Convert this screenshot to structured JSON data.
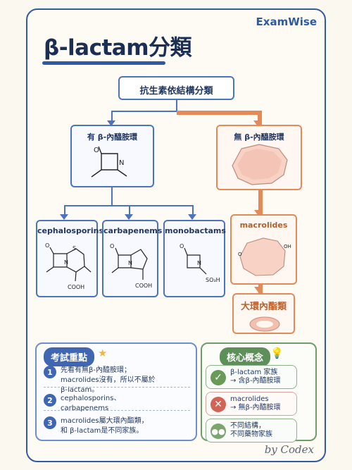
{
  "brand": "ExamWise",
  "title": "β-lactam分類",
  "root": "抗生素依結構分類",
  "left_branch": "有 β-內醯胺環",
  "right_branch": "無 β-內醯胺環",
  "left_children": [
    "cephalosporins",
    "carbapenems",
    "monobactams"
  ],
  "right_child": "macrolides",
  "right_grandchild": "大環內酯類",
  "key_points_title": "考試重點",
  "core_concepts_title": "核心概念",
  "key_points": [
    {
      "num": "1",
      "text": "先看有無β-內醯胺環；\nmacrolides沒有，所以不屬於β-lactam。"
    },
    {
      "num": "2",
      "text": "cephalosporins、carbapenems"
    },
    {
      "num": "3",
      "text": "macrolides屬大環內酯類，\n和 β-lactam是不同家族。"
    }
  ],
  "core_concepts": [
    {
      "title": "β-lactam 家族",
      "sub": "→ 含β-內醯胺環"
    },
    {
      "title": "macrolides",
      "sub": "→ 無β-內醯胺環"
    },
    {
      "title": "不同結構，",
      "sub": "不同藥物家族"
    }
  ],
  "signature": "by Codex"
}
